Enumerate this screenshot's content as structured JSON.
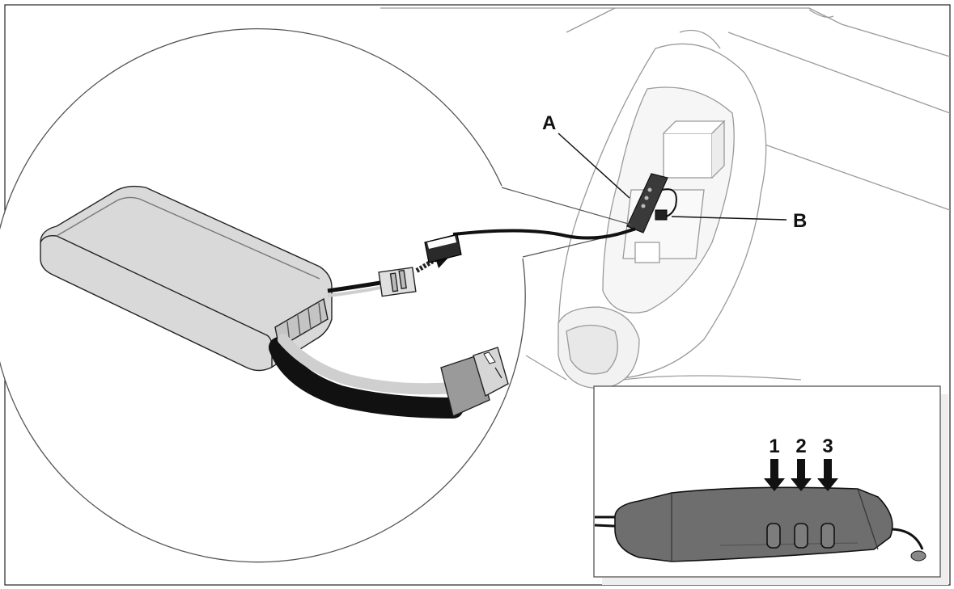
{
  "callouts": {
    "a": "A",
    "b": "B"
  },
  "inset": {
    "labels": [
      "1",
      "2",
      "3"
    ]
  },
  "colors": {
    "line": "#222222",
    "battery_fill": "#d9d9d9",
    "battery_top": "#e6e6e6",
    "wire_dark": "#1a1a1a",
    "wire_light": "#cfcfcf",
    "module_fill": "#6e6e6e",
    "inset_border": "#555555"
  }
}
